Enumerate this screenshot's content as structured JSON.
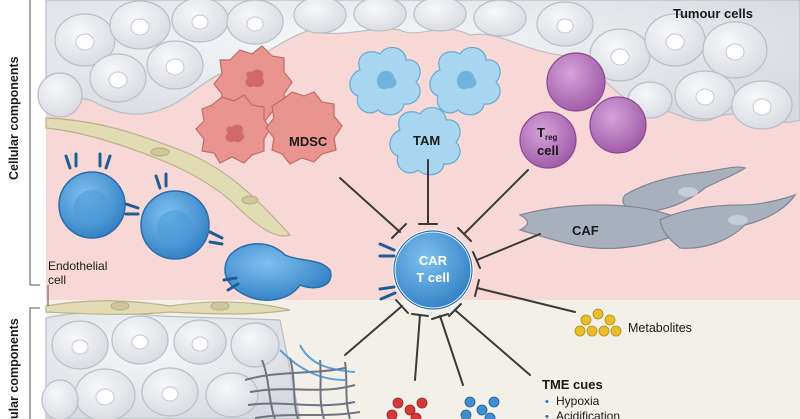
{
  "side_labels": {
    "cellular": "Cellular components",
    "acellular": "ular components"
  },
  "labels": {
    "tumour": "Tumour cells",
    "mdsc": "MDSC",
    "tam": "TAM",
    "treg_main": "T",
    "treg_sub": "reg",
    "treg_cell": "cell",
    "caf": "CAF",
    "car_line1": "CAR",
    "car_line2": "T cell",
    "endothelial_line1": "Endothelial",
    "endothelial_line2": "cell",
    "metabolites": "Metabolites",
    "tme_cues": "TME cues",
    "hypoxia": "Hypoxia",
    "acidification": "Acidification"
  },
  "bullet": "•",
  "colors": {
    "tumour_fill": "#e4e6ea",
    "tme_pink": "#f8d8d6",
    "acellular_bg": "#f3f0ea",
    "car_blue": "#3b8fd1",
    "mdsc_red": "#e58b8a",
    "tam_blue": "#9fd0ee",
    "treg_purple": "#b06cb6",
    "caf_grey": "#a9b0bd",
    "endothelial": "#e2dcb4",
    "metabolite_yellow": "#e9bd2c",
    "line_dark": "#3a3a3a"
  }
}
